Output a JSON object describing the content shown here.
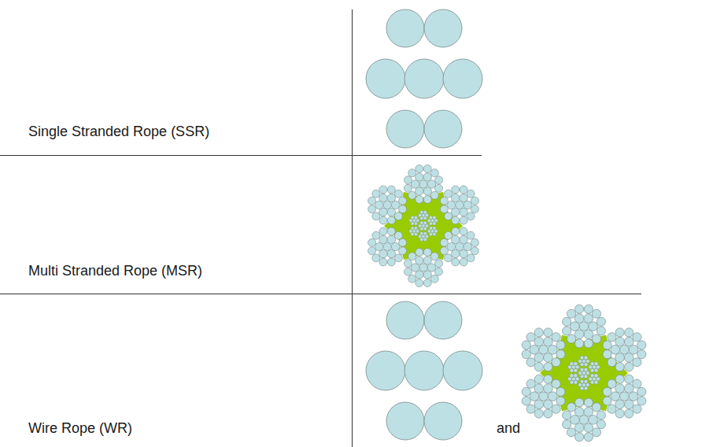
{
  "diagram": {
    "labels": [
      "Single Stranded Rope (SSR)",
      "Multi Stranded Rope (MSR)",
      "Wire Rope (WR)",
      "and"
    ]
  }
}
